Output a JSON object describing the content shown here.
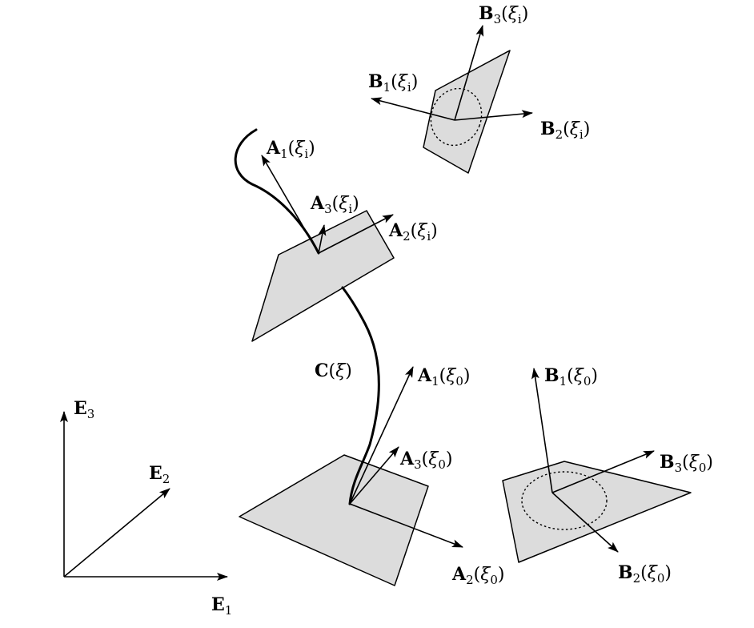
{
  "labels": {
    "E1": {
      "v": "E",
      "s": "1",
      "a": ""
    },
    "E2": {
      "v": "E",
      "s": "2",
      "a": ""
    },
    "E3": {
      "v": "E",
      "s": "3",
      "a": ""
    },
    "C": {
      "v": "C",
      "s": "",
      "a": "ξ"
    },
    "A1_0": {
      "v": "A",
      "s": "1",
      "a": "ξ",
      "as": "0"
    },
    "A2_0": {
      "v": "A",
      "s": "2",
      "a": "ξ",
      "as": "0"
    },
    "A3_0": {
      "v": "A",
      "s": "3",
      "a": "ξ",
      "as": "0"
    },
    "A1_i": {
      "v": "A",
      "s": "1",
      "a": "ξ",
      "as": "i"
    },
    "A2_i": {
      "v": "A",
      "s": "2",
      "a": "ξ",
      "as": "i"
    },
    "A3_i": {
      "v": "A",
      "s": "3",
      "a": "ξ",
      "as": "i"
    },
    "B1_0": {
      "v": "B",
      "s": "1",
      "a": "ξ",
      "as": "0"
    },
    "B2_0": {
      "v": "B",
      "s": "2",
      "a": "ξ",
      "as": "0"
    },
    "B3_0": {
      "v": "B",
      "s": "3",
      "a": "ξ",
      "as": "0"
    },
    "B1_i": {
      "v": "B",
      "s": "1",
      "a": "ξ",
      "as": "i"
    },
    "B2_i": {
      "v": "B",
      "s": "2",
      "a": "ξ",
      "as": "i"
    },
    "B3_i": {
      "v": "B",
      "s": "3",
      "a": "ξ",
      "as": "i"
    }
  },
  "colors": {
    "plate_fill": "#dcdcdc",
    "stroke": "#000000"
  }
}
